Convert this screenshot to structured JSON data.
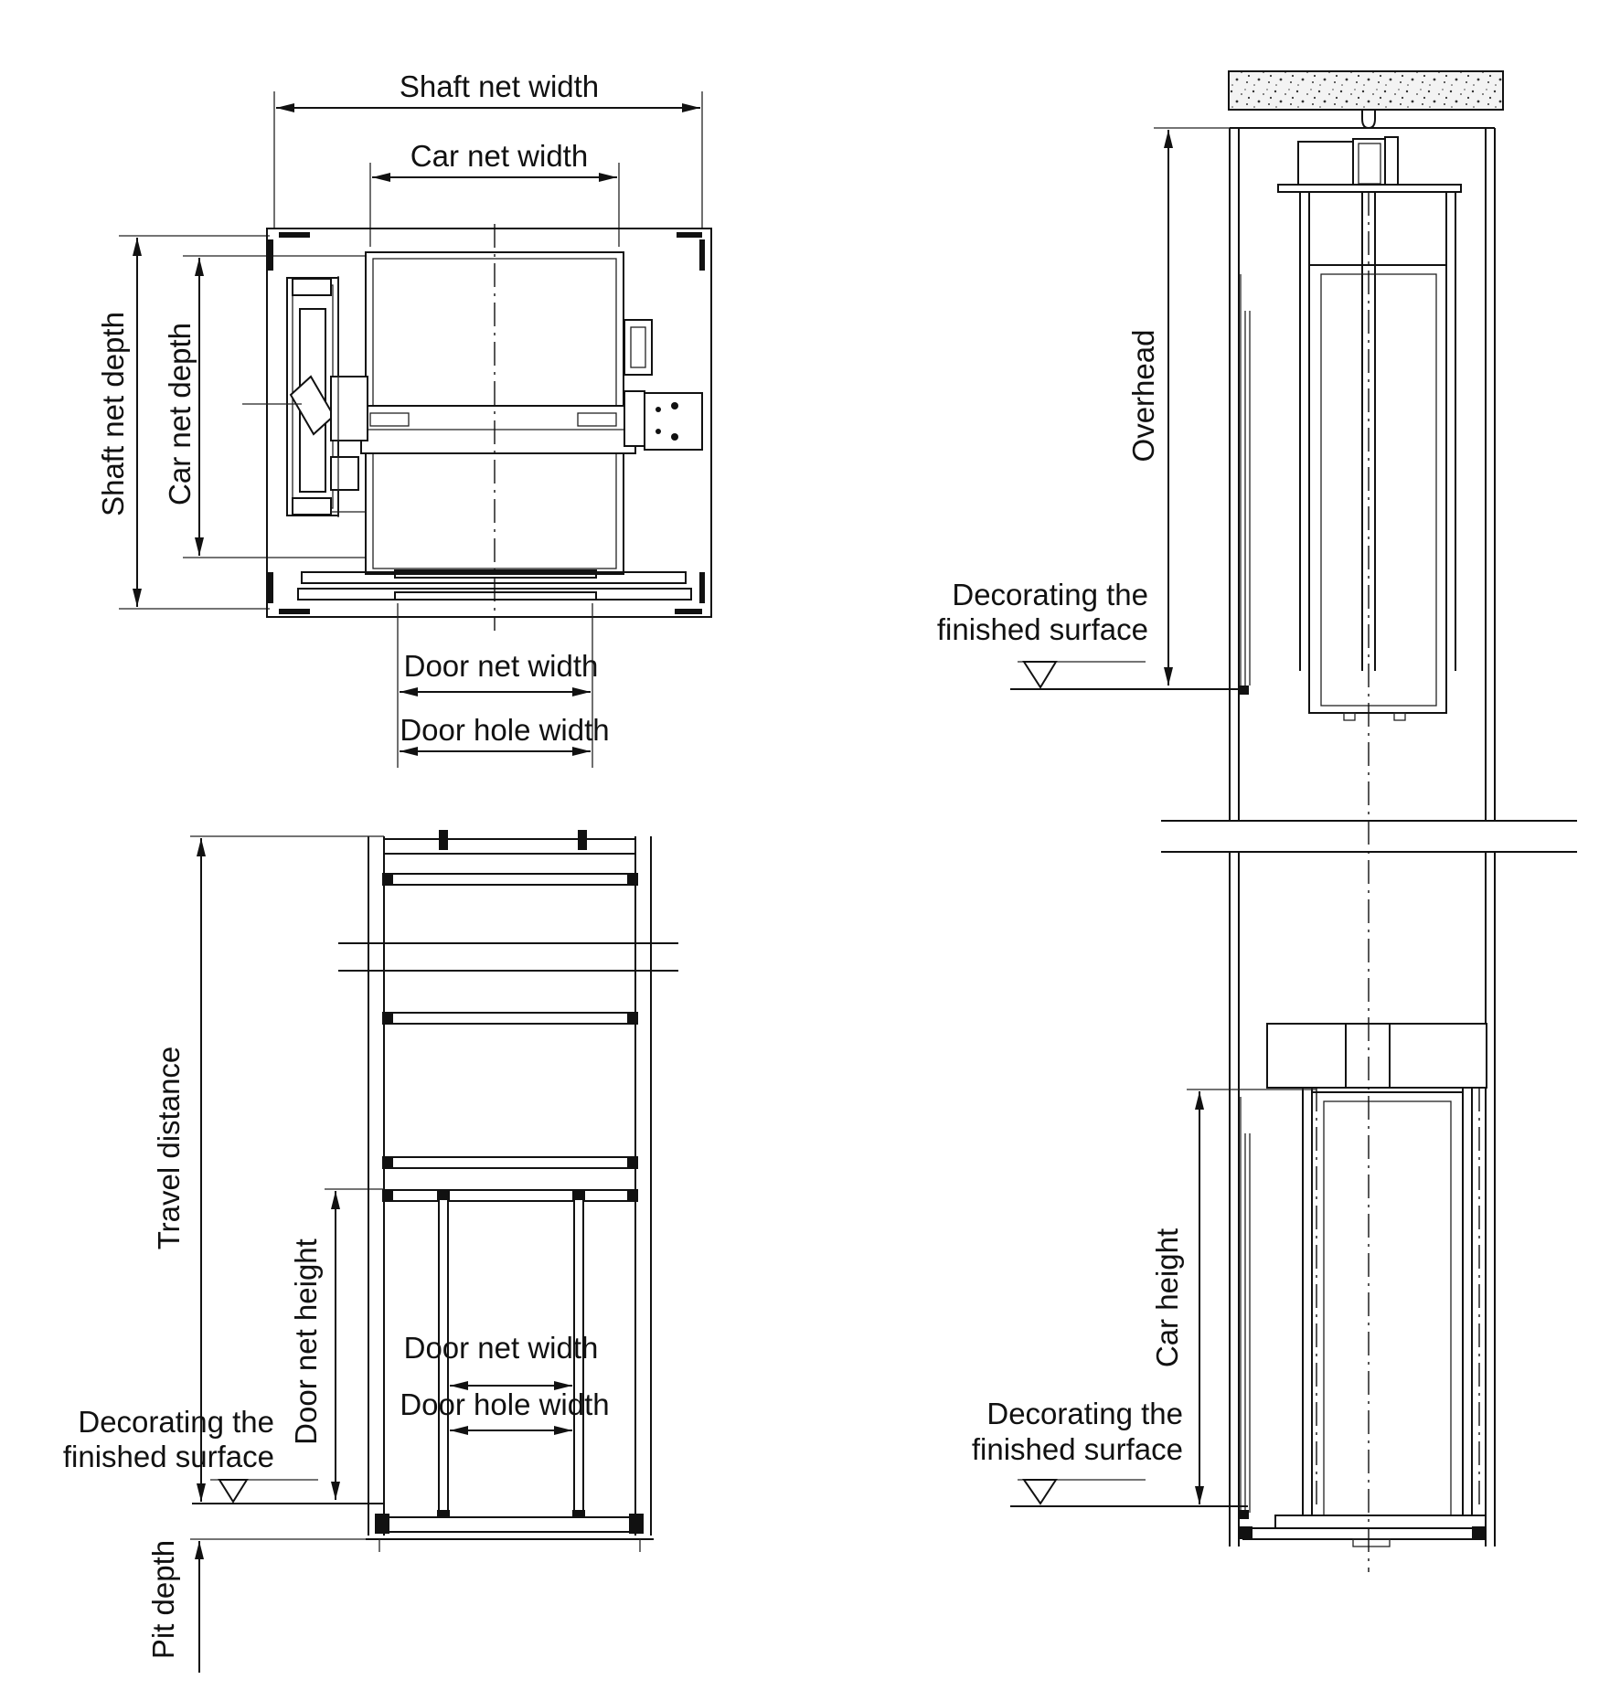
{
  "labels": {
    "shaft_net_width": "Shaft net width",
    "car_net_width": "Car net width",
    "shaft_net_depth": "Shaft net depth",
    "car_net_depth": "Car net depth",
    "door_net_width_plan": "Door net width",
    "door_hole_width_plan": "Door hole width",
    "travel_distance": "Travel distance",
    "door_net_height": "Door net height",
    "door_net_width_front": "Door net width",
    "door_hole_width_front": "Door hole width",
    "decorating_front_line1": "Decorating the",
    "decorating_front_line2": "finished surface",
    "pit_depth": "Pit depth",
    "overhead": "Overhead",
    "decorating_top_line1": "Decorating the",
    "decorating_top_line2": "finished surface",
    "car_height": "Car height",
    "decorating_bottom_line1": "Decorating the",
    "decorating_bottom_line2": "finished surface"
  }
}
